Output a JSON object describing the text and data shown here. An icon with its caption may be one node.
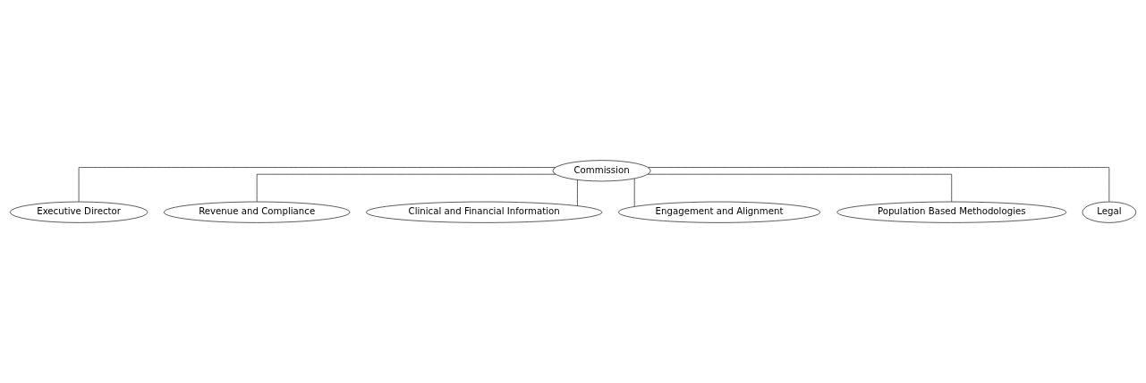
{
  "diagram": {
    "nodes": [
      {
        "text": [
          "Commission"
        ]
      },
      {
        "text": [
          "Executive Director"
        ]
      },
      {
        "text": [
          "Revenue and Compliance"
        ]
      },
      {
        "text": [
          "Clinical and Financial Information"
        ]
      },
      {
        "text": [
          "Engagement and Alignment"
        ]
      },
      {
        "text": [
          "Population Based Methodologies"
        ]
      },
      {
        "text": [
          "Legal"
        ]
      }
    ],
    "edges": [
      {
        "from": 0,
        "to": 1,
        "arrow": "none"
      },
      {
        "from": 0,
        "to": 2,
        "arrow": "none"
      },
      {
        "from": 0,
        "to": 3,
        "arrow": "none"
      },
      {
        "from": 0,
        "to": 4,
        "arrow": "none"
      },
      {
        "from": 0,
        "to": 5,
        "arrow": "none"
      },
      {
        "from": 0,
        "to": 6,
        "arrow": "none"
      }
    ]
  }
}
